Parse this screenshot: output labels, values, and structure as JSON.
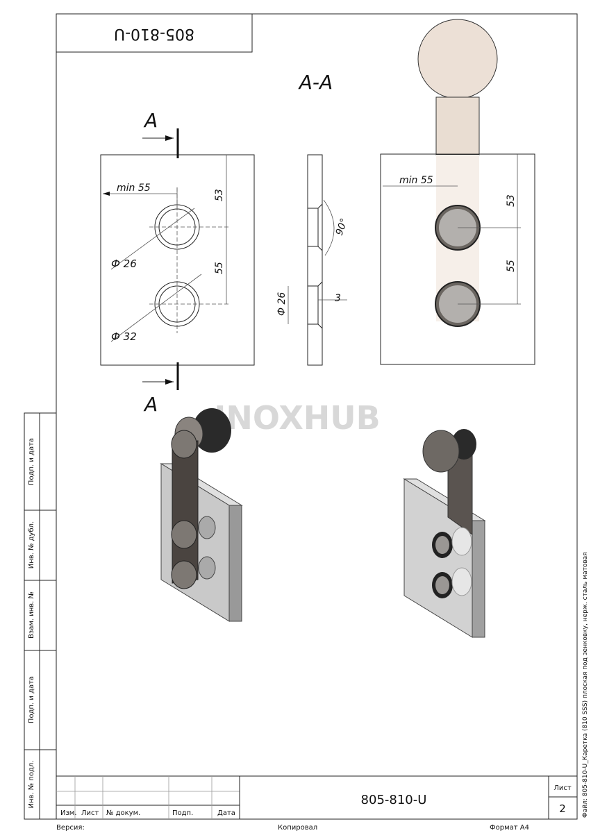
{
  "drawing": {
    "number": "805-810-U",
    "number_rotated": "805-810-U",
    "section_label": "A-A",
    "cut_label_top": "A",
    "cut_label_bottom": "A",
    "watermark": "INOXHUB",
    "front_view": {
      "dim_min": "min 55",
      "dim_top": "53",
      "dim_spacing": "55",
      "dim_hole_inner": "Ф 26",
      "dim_hole_outer": "Ф 32"
    },
    "section_view": {
      "dim_angle": "90°",
      "dim_diameter": "Ф 26",
      "dim_depth": "3"
    },
    "mounted_view": {
      "dim_min": "min 55",
      "dim_top": "53",
      "dim_spacing": "55"
    }
  },
  "stamps": [
    "Подп. и дата",
    "Инв. № дубл.",
    "Взам. инв. №",
    "Подп. и дата",
    "Инв. № подл."
  ],
  "title_block": {
    "columns": [
      "Изм.",
      "Лист",
      "№ докум.",
      "Подп.",
      "Дата"
    ],
    "designation": "805-810-U",
    "sheet_label": "Лист",
    "sheet_number": "2"
  },
  "footer": {
    "version": "Версия:",
    "copied": "Копировал",
    "format": "Формат А4"
  },
  "file_caption": "Файл: 805-810-U_Каретка (810 SSS) плоская под зенковку, нерж. сталь матовая",
  "colors": {
    "line": "#222222",
    "shaft": "#e9ddd2",
    "glass": "#c8c8c8",
    "metal": "#6a6560"
  }
}
